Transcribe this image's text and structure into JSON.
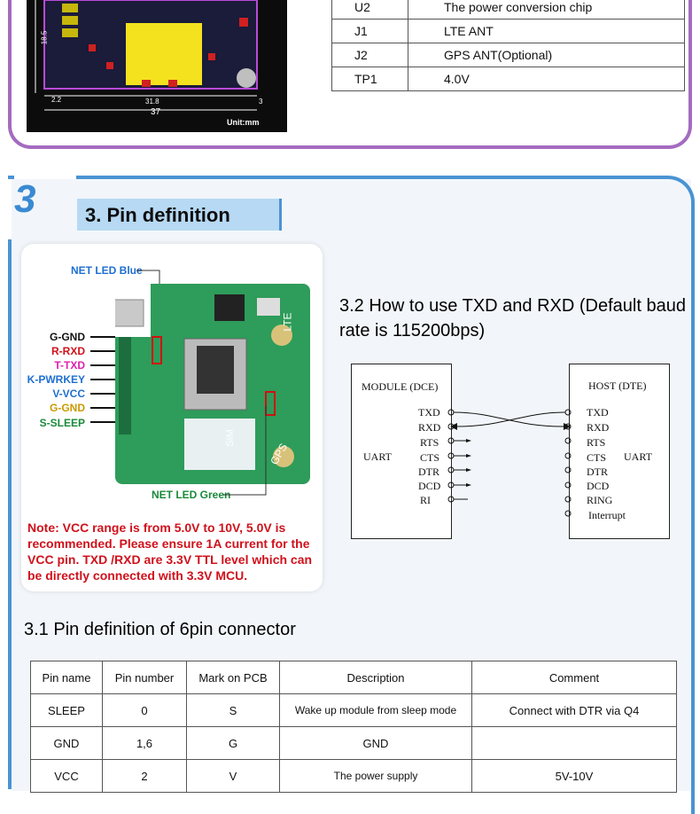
{
  "top_section": {
    "pcb_dims": {
      "dim_vertical": "18.5",
      "dim_small": "2.2",
      "dim_width_inner": "31.8",
      "dim_width": "37",
      "dim_right": "3",
      "unit": "Unit:mm"
    },
    "component_table": [
      {
        "ref": "U2",
        "desc": "The power conversion chip"
      },
      {
        "ref": "J1",
        "desc": "LTE ANT"
      },
      {
        "ref": "J2",
        "desc": "GPS ANT(Optional)"
      },
      {
        "ref": "TP1",
        "desc": "4.0V"
      }
    ]
  },
  "section": {
    "number": "3",
    "title": "3. Pin definition"
  },
  "module_image": {
    "net_led_blue": "NET LED Blue",
    "net_led_green": "NET LED Green",
    "pins": [
      {
        "label": "G-GND",
        "color": "#111111"
      },
      {
        "label": "R-RXD",
        "color": "#d0111b"
      },
      {
        "label": "T-TXD",
        "color": "#e01fae"
      },
      {
        "label": "K-PWRKEY",
        "color": "#1f6fd0"
      },
      {
        "label": "V-VCC",
        "color": "#1f6fd0"
      },
      {
        "label": "G-GND",
        "color": "#c99a00"
      },
      {
        "label": "S-SLEEP",
        "color": "#1a8a3a"
      }
    ],
    "board_text": {
      "lte": "LTE",
      "sim": "SIM",
      "gps": "GPS"
    },
    "note": "Note: VCC range is from 5.0V to 10V, 5.0V is recommended. Please ensure 1A current for the VCC pin. TXD /RXD are 3.3V TTL level which can be directly connected with 3.3V MCU."
  },
  "uart_section": {
    "heading": "3.2 How to use TXD and RXD (Default baud rate is 115200bps)",
    "module_label": "MODULE (DCE)",
    "host_label": "HOST (DTE)",
    "uart_left": "UART",
    "uart_right": "UART",
    "left_pins": [
      "TXD",
      "RXD",
      "RTS",
      "CTS",
      "DTR",
      "DCD",
      "RI"
    ],
    "right_pins": [
      "TXD",
      "RXD",
      "RTS",
      "CTS",
      "DTR",
      "DCD",
      "RING",
      "Interrupt"
    ]
  },
  "pin_table": {
    "heading": "3.1 Pin definition of 6pin connector",
    "headers": [
      "Pin name",
      "Pin number",
      "Mark on PCB",
      "Description",
      "Comment"
    ],
    "rows": [
      [
        "SLEEP",
        "0",
        "S",
        "Wake up module from sleep mode",
        "Connect with DTR via Q4"
      ],
      [
        "GND",
        "1,6",
        "G",
        "GND",
        ""
      ],
      [
        "VCC",
        "2",
        "V",
        "The power supply",
        "5V-10V"
      ]
    ]
  }
}
